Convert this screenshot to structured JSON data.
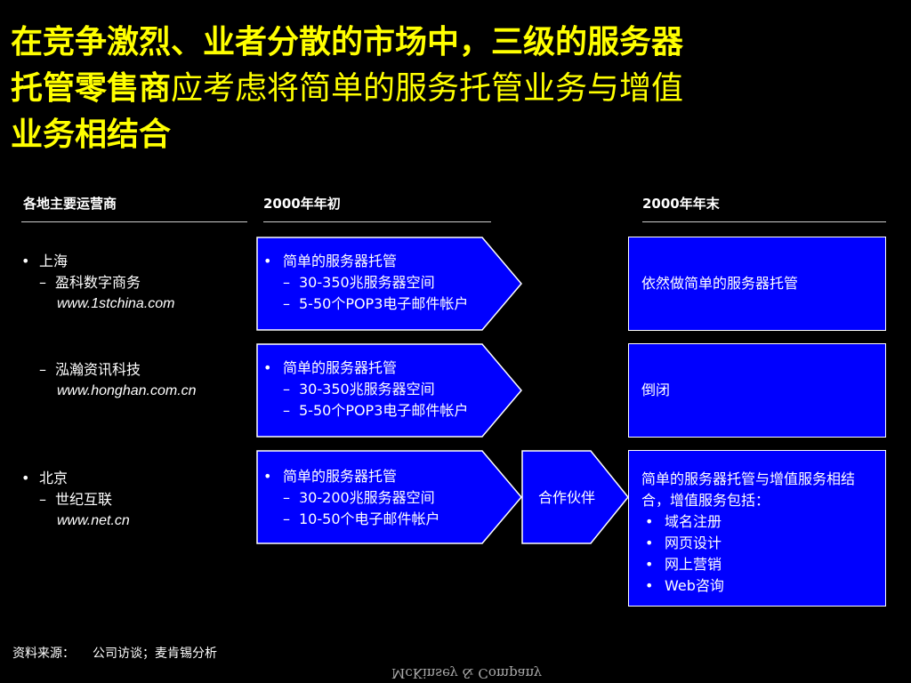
{
  "title": {
    "line1": "在竞争激烈、业者分散的市场中，三级的服务器",
    "line2_bold": "托管零售商",
    "line2_normal": "应考虑将简单的服务托管业务与增值",
    "line3": "业务相结合"
  },
  "columns": {
    "operators": "各地主要运营商",
    "early_2000": "2000年年初",
    "late_2000": "2000年年末"
  },
  "operators": [
    {
      "bullet": "•",
      "city": "上海",
      "dash": "–",
      "company": "盈科数字商务",
      "url": "www.1stchina.com"
    },
    {
      "dash": "–",
      "company": "泓瀚资讯科技",
      "url": "www.honghan.com.cn"
    },
    {
      "bullet": "•",
      "city": "北京",
      "dash": "–",
      "company": "世纪互联",
      "url": "www.net.cn"
    }
  ],
  "early_services": [
    {
      "bullet": "•",
      "head": "简单的服务器托管",
      "dash": "–",
      "line1": "30-350兆服务器空间",
      "line2": "5-50个POP3电子邮件帐户"
    },
    {
      "bullet": "•",
      "head": "简单的服务器托管",
      "dash": "–",
      "line1": "30-350兆服务器空间",
      "line2": "5-50个POP3电子邮件帐户"
    },
    {
      "bullet": "•",
      "head": "简单的服务器托管",
      "dash": "–",
      "line1": "30-200兆服务器空间",
      "line2": "10-50个电子邮件帐户"
    }
  ],
  "partner": "合作伙伴",
  "late_results": {
    "r1": "依然做简单的服务器托管",
    "r2": "倒闭",
    "r3_intro": "简单的服务器托管与增值服务相结合，增值服务包括：",
    "r3_bullet": "•",
    "r3_items": [
      "域名注册",
      "网页设计",
      "网上营销",
      "Web咨询"
    ]
  },
  "source": {
    "label": "资料来源：",
    "text": "公司访谈；麦肯锡分析"
  },
  "logo": "McKinsey & Company",
  "colors": {
    "background": "#000000",
    "title": "#ffff00",
    "box_fill": "#0000ff",
    "box_border": "#ffffff"
  }
}
